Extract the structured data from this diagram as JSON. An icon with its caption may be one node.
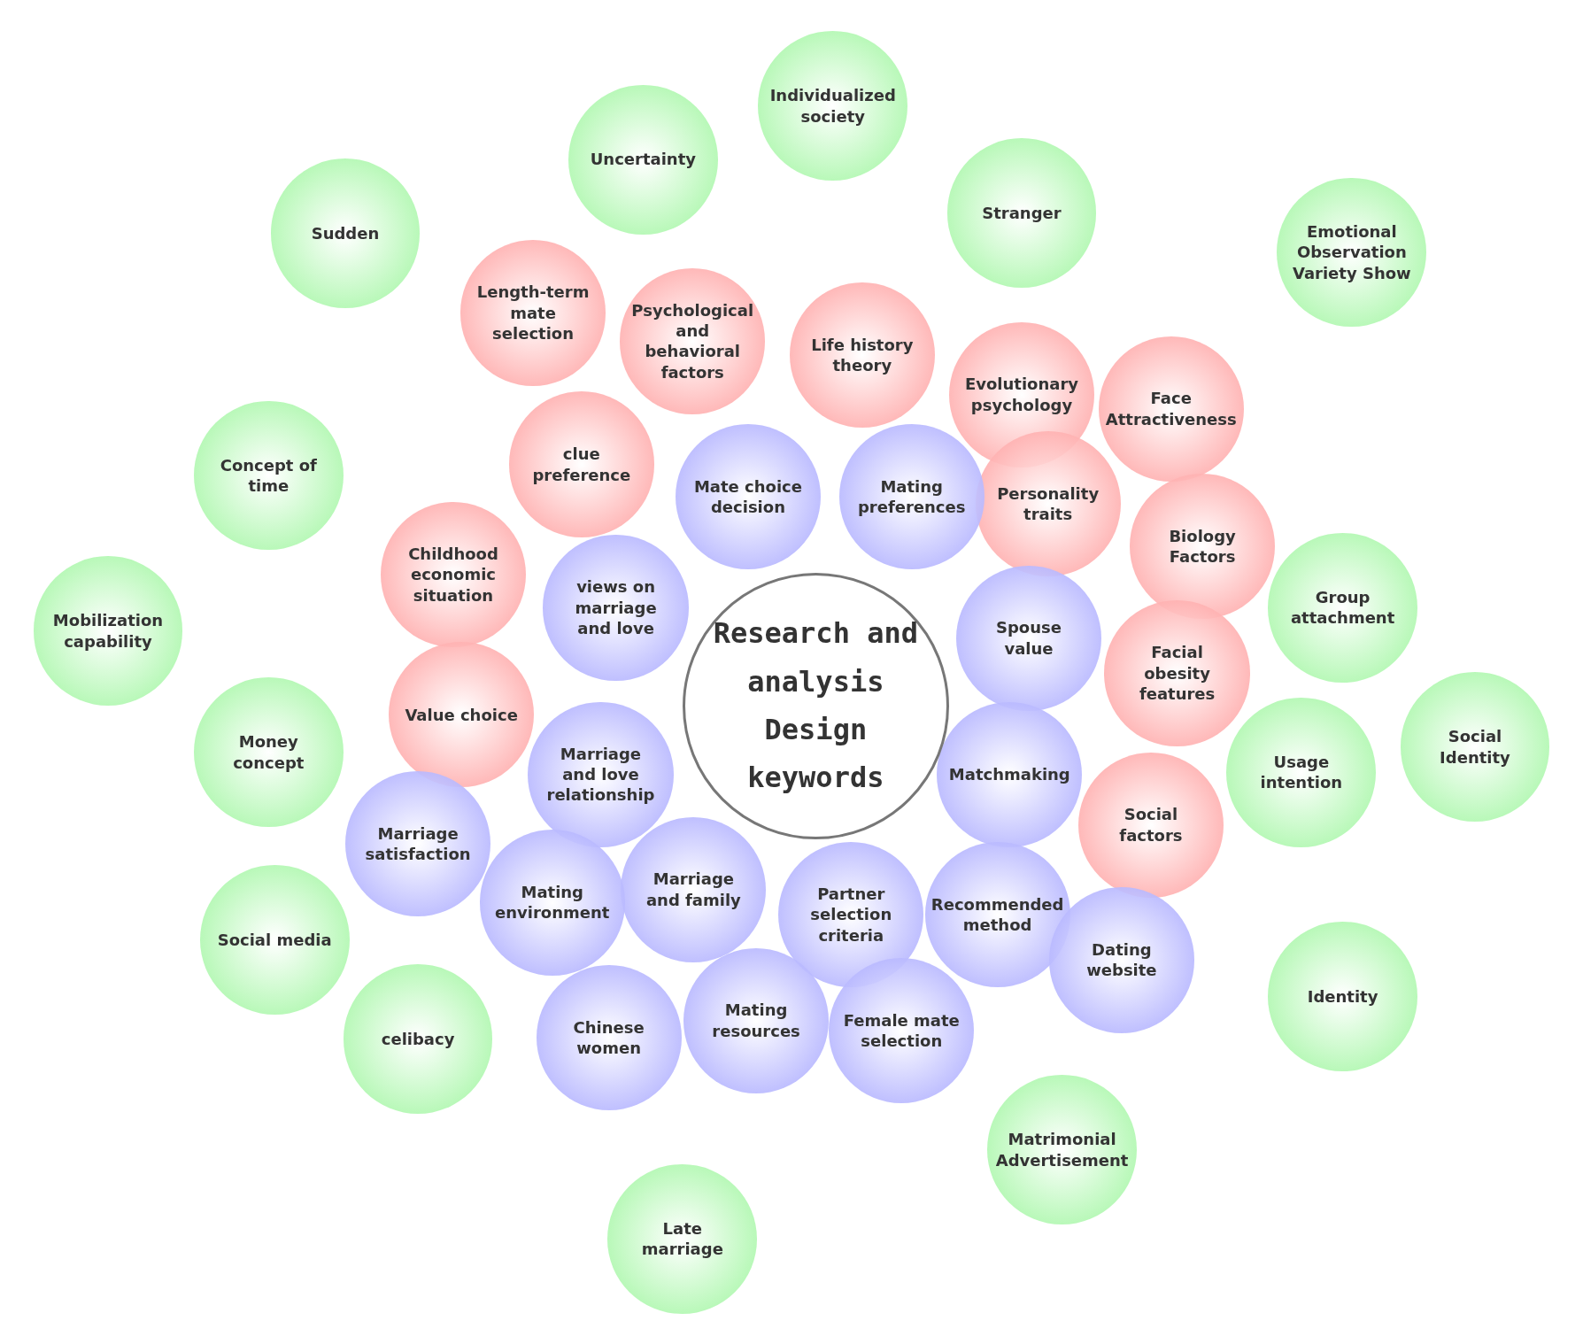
{
  "diagram": {
    "nodes": [
      {
        "text": [
          "Research and analysis Design keywords"
        ]
      },
      {
        "text": [
          "Individualized society"
        ]
      },
      {
        "text": [
          "Uncertainty"
        ]
      },
      {
        "text": [
          "Stranger"
        ]
      },
      {
        "text": [
          "Sudden"
        ]
      },
      {
        "text": [
          "Emotional Observation Variety Show"
        ]
      },
      {
        "text": [
          "Length-term mate selection"
        ]
      },
      {
        "text": [
          "Psychological and behavioral factors"
        ]
      },
      {
        "text": [
          "Life history theory"
        ]
      },
      {
        "text": [
          "Evolutionary psychology"
        ]
      },
      {
        "text": [
          "Face Attractiveness"
        ]
      },
      {
        "text": [
          "clue preference"
        ]
      },
      {
        "text": [
          "Concept of time"
        ]
      },
      {
        "text": [
          "Mate choice decision"
        ]
      },
      {
        "text": [
          "Mating preferences"
        ]
      },
      {
        "text": [
          "Personality traits"
        ]
      },
      {
        "text": [
          "Biology Factors"
        ]
      },
      {
        "text": [
          "Childhood economic situation"
        ]
      },
      {
        "text": [
          "Group attachment"
        ]
      },
      {
        "text": [
          "views on marriage and love"
        ]
      },
      {
        "text": [
          "Mobilization capability"
        ]
      },
      {
        "text": [
          "Spouse value"
        ]
      },
      {
        "text": [
          "Facial obesity features"
        ]
      },
      {
        "text": [
          "Value choice"
        ]
      },
      {
        "text": [
          "Social Identity"
        ]
      },
      {
        "text": [
          "Money concept"
        ]
      },
      {
        "text": [
          "Usage intention"
        ]
      },
      {
        "text": [
          "Marriage and love relationship"
        ]
      },
      {
        "text": [
          "Matchmaking"
        ]
      },
      {
        "text": [
          "Social factors"
        ]
      },
      {
        "text": [
          "Marriage satisfaction"
        ]
      },
      {
        "text": [
          "Marriage and family"
        ]
      },
      {
        "text": [
          "Mating environment"
        ]
      },
      {
        "text": [
          "Partner selection criteria"
        ]
      },
      {
        "text": [
          "Recommended method"
        ]
      },
      {
        "text": [
          "Social media"
        ]
      },
      {
        "text": [
          "Dating website"
        ]
      },
      {
        "text": [
          "Identity"
        ]
      },
      {
        "text": [
          "Mating resources"
        ]
      },
      {
        "text": [
          "Female mate selection"
        ]
      },
      {
        "text": [
          "Chinese women"
        ]
      },
      {
        "text": [
          "celibacy"
        ]
      },
      {
        "text": [
          "Matrimonial Advertisement"
        ]
      },
      {
        "text": [
          "Late marriage"
        ]
      }
    ],
    "edges": []
  }
}
